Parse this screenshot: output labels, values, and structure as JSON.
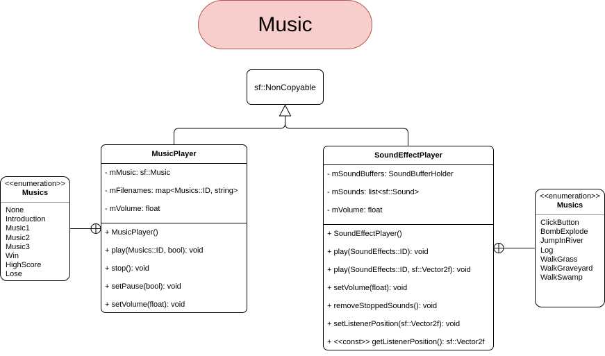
{
  "title": "Music",
  "base_class": {
    "name": "sf::NonCopyable"
  },
  "music_player": {
    "name": "MusicPlayer",
    "attributes": [
      "- mMusic: sf::Music",
      "- mFilenames: map<Musics::ID, string>",
      "- mVolume: float"
    ],
    "methods": [
      "+ MusicPlayer()",
      "+ play(Musics::ID, bool): void",
      "+ stop(): void",
      "+ setPause(bool): void",
      "+ setVolume(float): void"
    ]
  },
  "sound_effect_player": {
    "name": "SoundEffectPlayer",
    "attributes": [
      "- mSoundBuffers: SoundBufferHolder",
      "- mSounds: list<sf::Sound>",
      "- mVolume: float"
    ],
    "methods": [
      "+ SoundEffectPlayer()",
      "+ play(SoundEffects::ID): void",
      "+ play(SoundEffects::ID, sf::Vector2f): void",
      "+ setVolume(float): void",
      "+ removeStoppedSounds(): void",
      "+ setListenerPosition(sf::Vector2f): void",
      "+ <<const>> getListenerPosition(): sf::Vector2f"
    ]
  },
  "musics_enum": {
    "stereotype": "<<enumeration>>",
    "name": "Musics",
    "values": [
      "None",
      "Introduction",
      "Music1",
      "Music2",
      "Music3",
      "Win",
      "HighScore",
      "Lose"
    ]
  },
  "sound_enum": {
    "stereotype": "<<enumeration>>",
    "name": "Musics",
    "values": [
      "ClickButton",
      "BombExplode",
      "JumpInRiver",
      "Log",
      "WalkGrass",
      "WalkGraveyard",
      "WalkSwamp"
    ]
  }
}
